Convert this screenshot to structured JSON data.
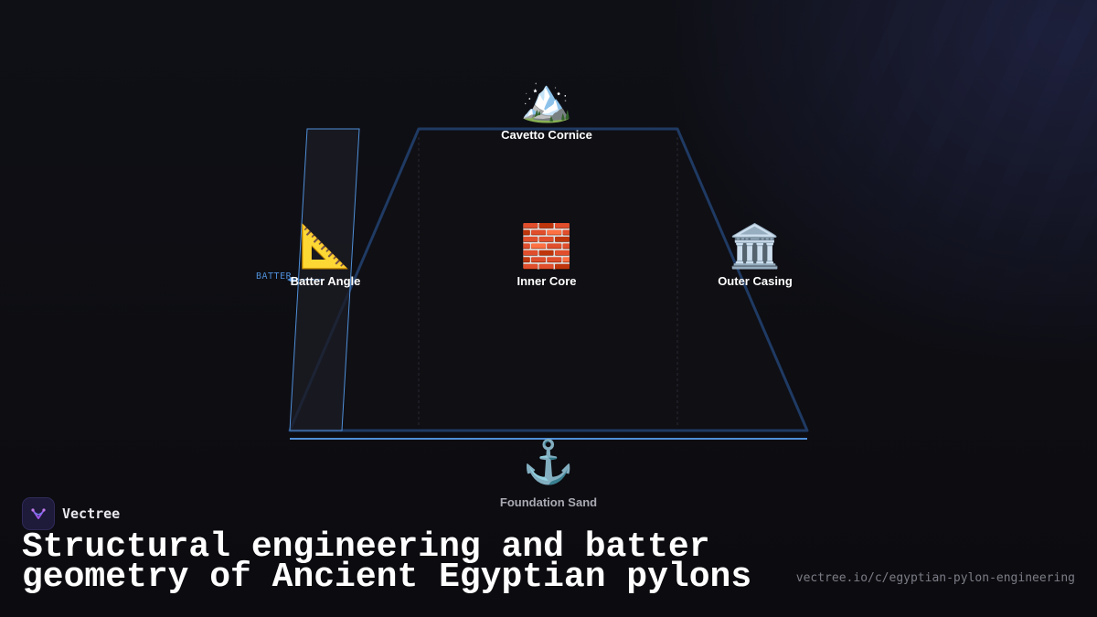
{
  "diagram": {
    "nodes": [
      {
        "id": "cavetto-cornice",
        "label": "Cavetto Cornice",
        "icon": "mountain-icon",
        "glyph": "🏔️"
      },
      {
        "id": "batter-angle",
        "label": "Batter Angle",
        "icon": "triangular-ruler-icon",
        "glyph": "📐"
      },
      {
        "id": "inner-core",
        "label": "Inner Core",
        "icon": "brick-icon",
        "glyph": "🧱"
      },
      {
        "id": "outer-casing",
        "label": "Outer Casing",
        "icon": "classical-building-icon",
        "glyph": "🏛️"
      },
      {
        "id": "foundation-sand",
        "label": "Foundation Sand",
        "icon": "anchor-icon",
        "glyph": "⚓"
      }
    ],
    "batter_tag": "BATTER",
    "colors": {
      "outline": "#1f3a63",
      "accent": "#4f8fd8",
      "background": "#0d0d12"
    }
  },
  "brand": {
    "name": "Vectree",
    "logo_icon": "vectree-logo-icon"
  },
  "title": "Structural engineering and batter geometry of Ancient Egyptian pylons",
  "url": "vectree.io/c/egyptian-pylon-engineering"
}
